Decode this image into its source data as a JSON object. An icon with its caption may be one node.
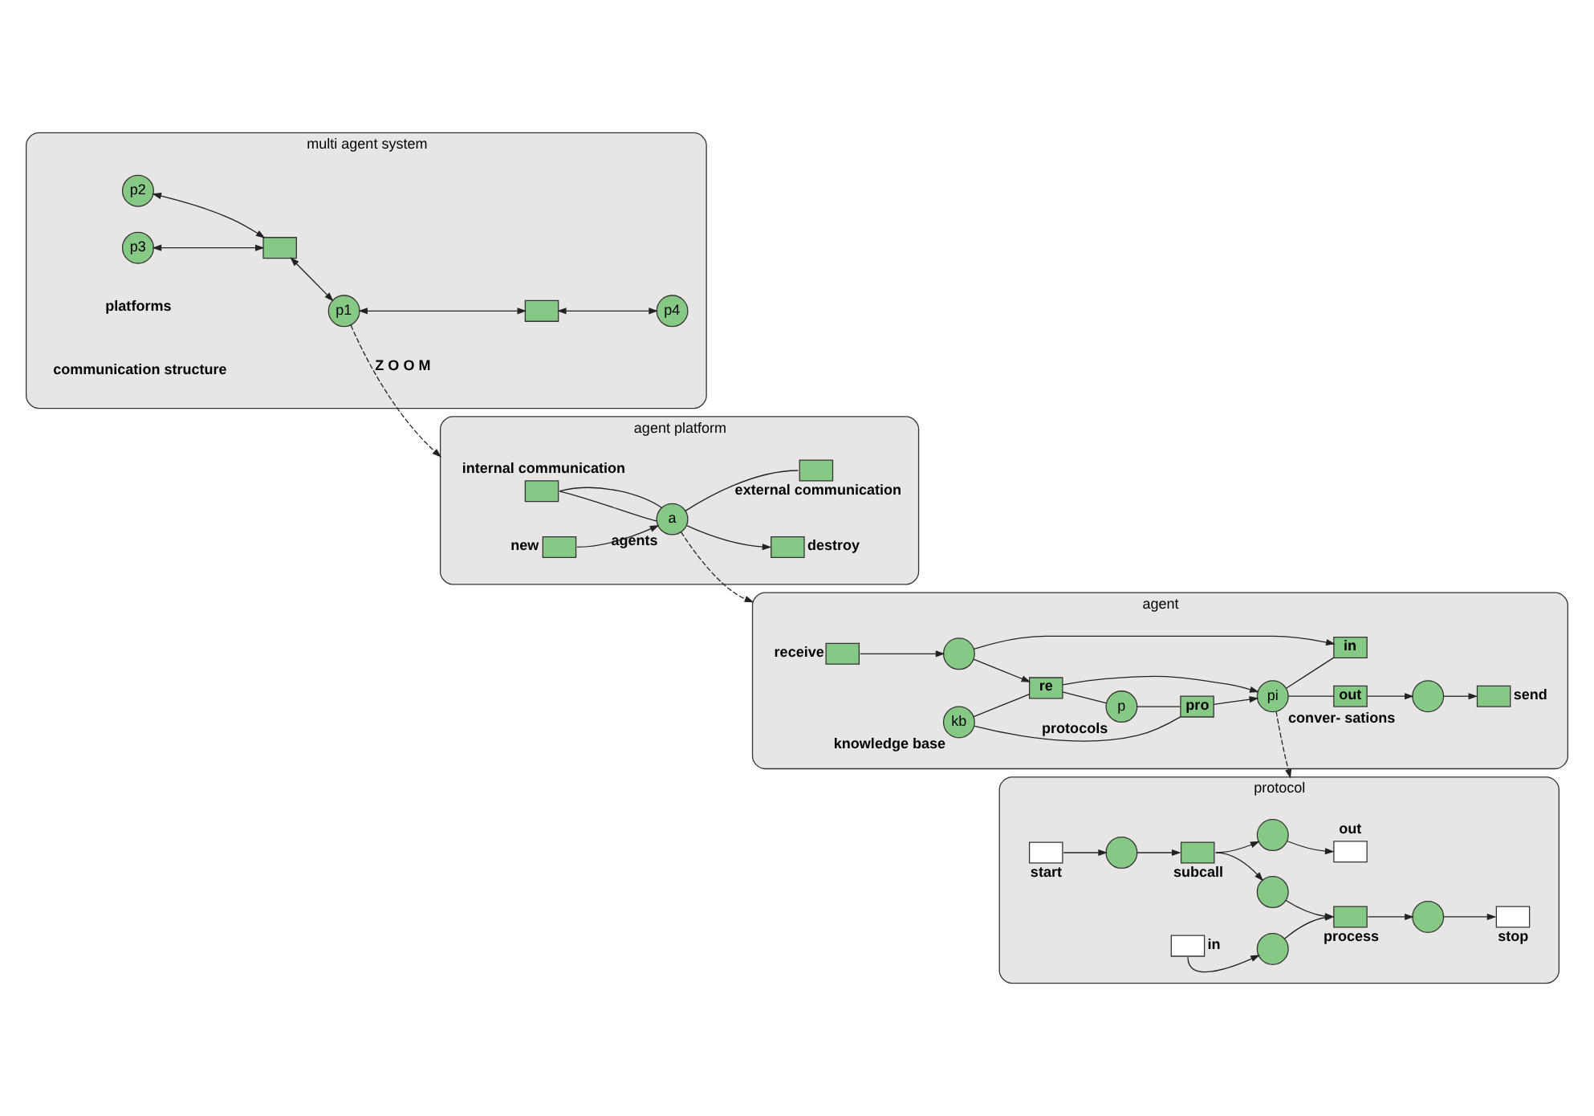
{
  "diagram": {
    "nodes": [
      {
        "text": [
          "multi agent system"
        ]
      },
      {
        "text": [
          "p2"
        ],
        "in": 0
      },
      {
        "text": [
          "p3"
        ],
        "in": 0
      },
      {
        "text": [
          "p1"
        ],
        "in": 0
      },
      {
        "text": [],
        "shape": "box",
        "in": 0
      },
      {
        "text": [],
        "shape": "box",
        "in": 0
      },
      {
        "text": [
          "p4"
        ],
        "in": 0
      },
      {
        "text": [
          "agent platform"
        ]
      },
      {
        "text": [],
        "shape": "box",
        "in": 7,
        "beside": [
          "internal communication"
        ]
      },
      {
        "text": [],
        "shape": "box",
        "in": 7,
        "beside": [
          "new"
        ]
      },
      {
        "text": [
          "a"
        ],
        "in": 7,
        "beside": [
          "agents"
        ]
      },
      {
        "text": [],
        "shape": "box",
        "in": 7,
        "beside": [
          "destroy"
        ]
      },
      {
        "text": [],
        "shape": "box",
        "in": 7,
        "beside": [
          "external communication"
        ]
      },
      {
        "text": [
          "agent"
        ]
      },
      {
        "text": [],
        "shape": "box",
        "in": 13,
        "beside": [
          "receive"
        ]
      },
      {
        "text": [],
        "shape": "box",
        "in": 13,
        "beside": [
          "send"
        ]
      },
      {
        "text": [
          "kb"
        ],
        "in": 13,
        "beside": [
          "knowledge base"
        ]
      },
      {
        "text": [],
        "shape": "circle",
        "in": 13
      },
      {
        "text": [
          "re"
        ],
        "in": 13
      },
      {
        "text": [
          "p"
        ],
        "in": 13,
        "beside": [
          "protocols"
        ]
      },
      {
        "text": [
          "pro"
        ],
        "in": 13
      },
      {
        "text": [],
        "shape": "circle",
        "in": 13
      },
      {
        "text": [
          "pi"
        ],
        "in": 13,
        "beside": [
          "conver- sations"
        ]
      },
      {
        "text": [
          "in"
        ],
        "in": 13
      },
      {
        "text": [
          "out"
        ],
        "in": 13
      },
      {
        "text": [
          "protocol"
        ]
      },
      {
        "text": [],
        "shape": "box",
        "in": 25,
        "beside": [
          "out"
        ]
      },
      {
        "text": [],
        "shape": "box",
        "in": 25,
        "beside": [
          "in"
        ]
      },
      {
        "text": [],
        "shape": "circle",
        "in": 25
      },
      {
        "text": [],
        "shape": "circle",
        "in": 25
      },
      {
        "text": [],
        "shape": "box",
        "in": 25,
        "beside": [
          "start"
        ]
      },
      {
        "text": [],
        "shape": "circle",
        "in": 25
      },
      {
        "text": [],
        "shape": "box",
        "in": 25,
        "beside": [
          "subcall"
        ]
      },
      {
        "text": [],
        "shape": "circle",
        "in": 25
      },
      {
        "text": [],
        "shape": "box",
        "in": 25,
        "beside": [
          "process"
        ]
      },
      {
        "text": [],
        "shape": "circle",
        "in": 25
      },
      {
        "text": [],
        "shape": "box",
        "in": 25,
        "beside": [
          "stop"
        ]
      }
    ],
    "edges": [
      {
        "from": 1,
        "to": 4,
        "arrow": "both"
      },
      {
        "from": 2,
        "to": 4,
        "arrow": "both"
      },
      {
        "from": 4,
        "to": 3,
        "arrow": "both"
      },
      {
        "from": 3,
        "to": 5,
        "arrow": "both"
      },
      {
        "from": 5,
        "to": 6,
        "arrow": "both"
      },
      {
        "from": 3,
        "to": 7,
        "arrow": "to",
        "style": "dashed",
        "label": "Z O O M"
      },
      {
        "from": 9,
        "to": 10,
        "arrow": "to"
      },
      {
        "from": 10,
        "to": 11,
        "arrow": "to"
      },
      {
        "from": 8,
        "to": 10,
        "arrow": "none"
      },
      {
        "from": 8,
        "to": 10,
        "arrow": "none"
      },
      {
        "from": 10,
        "to": 12,
        "arrow": "none"
      },
      {
        "from": 10,
        "to": 13,
        "arrow": "to",
        "style": "dashed"
      },
      {
        "from": 14,
        "to": 17,
        "arrow": "to"
      },
      {
        "from": 17,
        "to": 18,
        "arrow": "to"
      },
      {
        "from": 17,
        "to": 23,
        "arrow": "to"
      },
      {
        "from": 16,
        "to": 18,
        "arrow": "none"
      },
      {
        "from": 16,
        "to": 20,
        "arrow": "none"
      },
      {
        "from": 18,
        "to": 19,
        "arrow": "none"
      },
      {
        "from": 19,
        "to": 20,
        "arrow": "none"
      },
      {
        "from": 18,
        "to": 22,
        "arrow": "to"
      },
      {
        "from": 20,
        "to": 22,
        "arrow": "to"
      },
      {
        "from": 22,
        "to": 23,
        "arrow": "none"
      },
      {
        "from": 22,
        "to": 24,
        "arrow": "none"
      },
      {
        "from": 24,
        "to": 21,
        "arrow": "to"
      },
      {
        "from": 21,
        "to": 15,
        "arrow": "to"
      },
      {
        "from": 22,
        "to": 25,
        "arrow": "to",
        "style": "dashed"
      },
      {
        "from": 30,
        "to": 31,
        "arrow": "to"
      },
      {
        "from": 31,
        "to": 32,
        "arrow": "to"
      },
      {
        "from": 32,
        "to": 28,
        "arrow": "to"
      },
      {
        "from": 28,
        "to": 26,
        "arrow": "to"
      },
      {
        "from": 32,
        "to": 33,
        "arrow": "to"
      },
      {
        "from": 33,
        "to": 34,
        "arrow": "to"
      },
      {
        "from": 27,
        "to": 29,
        "arrow": "to"
      },
      {
        "from": 29,
        "to": 34,
        "arrow": "to"
      },
      {
        "from": 34,
        "to": 35,
        "arrow": "to"
      },
      {
        "from": 35,
        "to": 36,
        "arrow": "to"
      }
    ],
    "labels": [
      "platforms",
      "communication structure"
    ]
  }
}
